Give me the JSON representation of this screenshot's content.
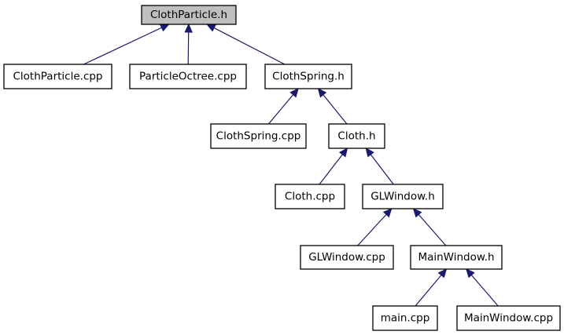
{
  "nodes": [
    {
      "id": "clothparticle_h",
      "label": "ClothParticle.h",
      "root": true
    },
    {
      "id": "clothparticle_cpp",
      "label": "ClothParticle.cpp"
    },
    {
      "id": "particleoctree_cpp",
      "label": "ParticleOctree.cpp"
    },
    {
      "id": "clothspring_h",
      "label": "ClothSpring.h"
    },
    {
      "id": "clothspring_cpp",
      "label": "ClothSpring.cpp"
    },
    {
      "id": "cloth_h",
      "label": "Cloth.h"
    },
    {
      "id": "cloth_cpp",
      "label": "Cloth.cpp"
    },
    {
      "id": "glwindow_h",
      "label": "GLWindow.h"
    },
    {
      "id": "glwindow_cpp",
      "label": "GLWindow.cpp"
    },
    {
      "id": "mainwindow_h",
      "label": "MainWindow.h"
    },
    {
      "id": "main_cpp",
      "label": "main.cpp"
    },
    {
      "id": "mainwindow_cpp",
      "label": "MainWindow.cpp"
    }
  ],
  "edges": [
    {
      "from": "clothparticle_cpp",
      "to": "clothparticle_h"
    },
    {
      "from": "particleoctree_cpp",
      "to": "clothparticle_h"
    },
    {
      "from": "clothspring_h",
      "to": "clothparticle_h"
    },
    {
      "from": "clothspring_cpp",
      "to": "clothspring_h"
    },
    {
      "from": "cloth_h",
      "to": "clothspring_h"
    },
    {
      "from": "cloth_cpp",
      "to": "cloth_h"
    },
    {
      "from": "glwindow_h",
      "to": "cloth_h"
    },
    {
      "from": "glwindow_cpp",
      "to": "glwindow_h"
    },
    {
      "from": "mainwindow_h",
      "to": "glwindow_h"
    },
    {
      "from": "main_cpp",
      "to": "mainwindow_h"
    },
    {
      "from": "mainwindow_cpp",
      "to": "mainwindow_h"
    }
  ],
  "colors": {
    "edge": "#191970",
    "root_fill": "#bfbfbf",
    "node_fill": "#ffffff",
    "border": "#000000"
  }
}
